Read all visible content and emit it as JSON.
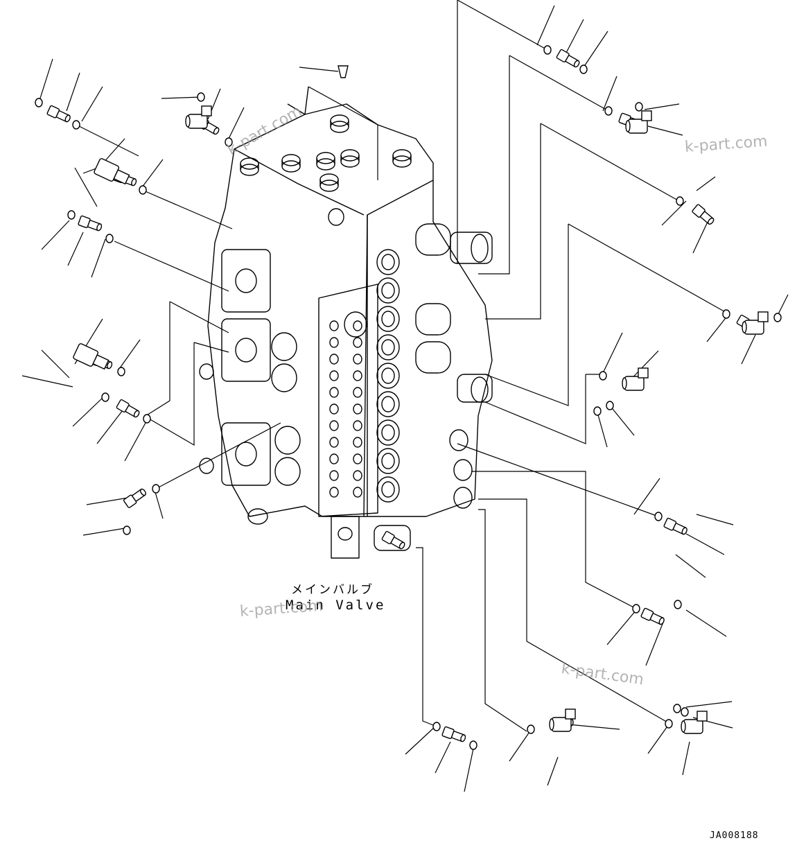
{
  "title_jp": "メインバルブ",
  "title_en": "Main Valve",
  "drawing_code": "JA008188",
  "watermark": "k-part.com",
  "colors": {
    "line": "#000000",
    "background": "#ffffff",
    "watermark": "#9a9a9a"
  }
}
